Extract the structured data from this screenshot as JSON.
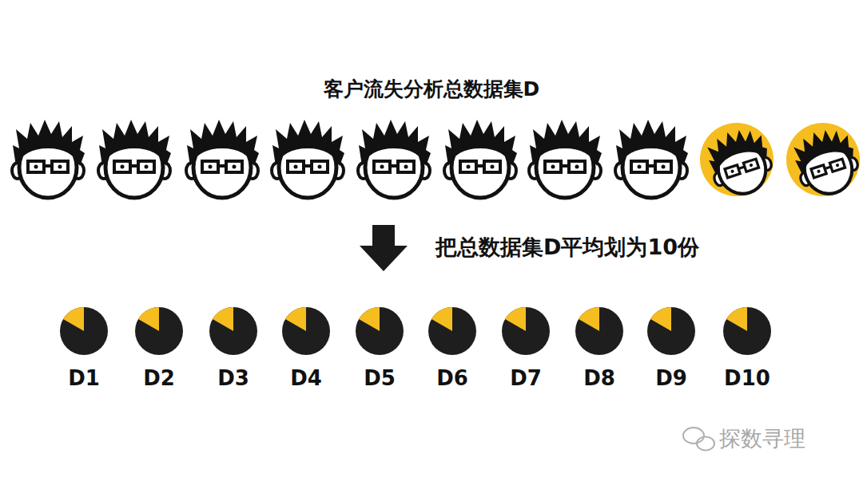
{
  "diagram": {
    "title": "客户流失分析总数据集D",
    "nodes": [
      {
        "text": [
          "D1"
        ]
      },
      {
        "text": [
          "D2"
        ]
      },
      {
        "text": [
          "D3"
        ]
      },
      {
        "text": [
          "D4"
        ]
      },
      {
        "text": [
          "D5"
        ]
      },
      {
        "text": [
          "D6"
        ]
      },
      {
        "text": [
          "D7"
        ]
      },
      {
        "text": [
          "D8"
        ]
      },
      {
        "text": [
          "D9"
        ]
      },
      {
        "text": [
          "D10"
        ]
      }
    ],
    "labels": [
      "把总数据集D平均划为10份",
      "探数寻理"
    ]
  }
}
